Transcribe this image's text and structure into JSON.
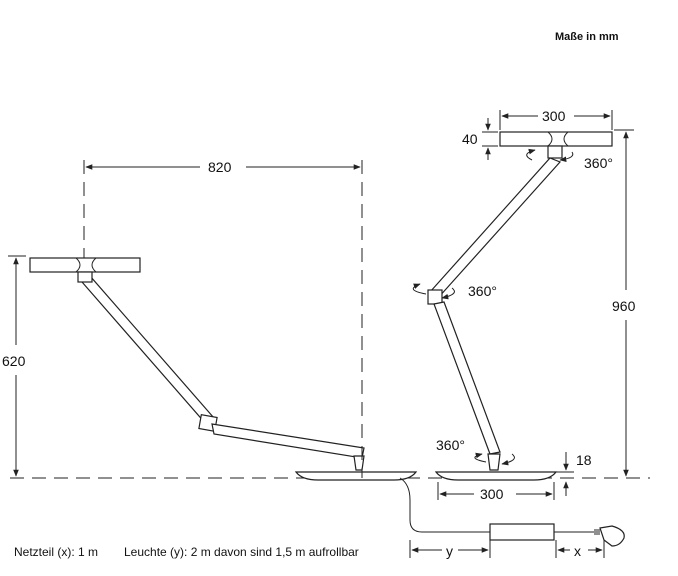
{
  "units_note": "Maße in mm",
  "dimensions": {
    "left_reach": "820",
    "left_height": "620",
    "right_head_width": "300",
    "right_head_thickness": "40",
    "right_height": "960",
    "base_height": "18",
    "base_width": "300",
    "rot_head": "360°",
    "rot_elbow": "360°",
    "rot_base": "360°"
  },
  "cable": {
    "y_label": "y",
    "x_label": "x"
  },
  "footnote": {
    "netzteil": "Netzteil (x): 1 m",
    "leuchte": "Leuchte (y): 2 m davon sind 1,5 m aufrollbar"
  }
}
